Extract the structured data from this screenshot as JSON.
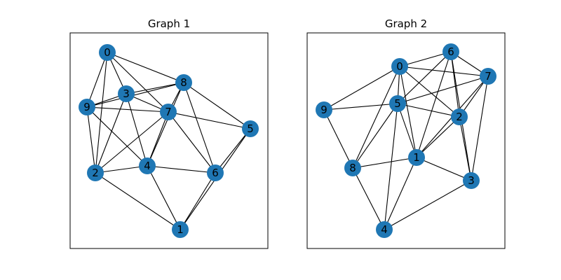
{
  "node_color": "#1f77b4",
  "graphs": [
    {
      "title": "Graph 1",
      "nodes": [
        "0",
        "1",
        "2",
        "3",
        "4",
        "5",
        "6",
        "7",
        "8",
        "9"
      ],
      "edges": [
        [
          "0",
          "9"
        ],
        [
          "0",
          "2"
        ],
        [
          "0",
          "3"
        ],
        [
          "0",
          "7"
        ],
        [
          "0",
          "8"
        ],
        [
          "9",
          "3"
        ],
        [
          "9",
          "8"
        ],
        [
          "9",
          "7"
        ],
        [
          "9",
          "2"
        ],
        [
          "9",
          "4"
        ],
        [
          "3",
          "8"
        ],
        [
          "3",
          "7"
        ],
        [
          "3",
          "4"
        ],
        [
          "3",
          "2"
        ],
        [
          "8",
          "7"
        ],
        [
          "8",
          "4"
        ],
        [
          "8",
          "5"
        ],
        [
          "8",
          "6"
        ],
        [
          "7",
          "2"
        ],
        [
          "7",
          "4"
        ],
        [
          "7",
          "6"
        ],
        [
          "7",
          "5"
        ],
        [
          "5",
          "6"
        ],
        [
          "5",
          "1"
        ],
        [
          "2",
          "4"
        ],
        [
          "2",
          "1"
        ],
        [
          "4",
          "6"
        ],
        [
          "4",
          "1"
        ],
        [
          "6",
          "1"
        ]
      ]
    },
    {
      "title": "Graph 2",
      "nodes": [
        "0",
        "1",
        "2",
        "3",
        "4",
        "5",
        "6",
        "7",
        "8",
        "9"
      ],
      "edges": [
        [
          "0",
          "9"
        ],
        [
          "0",
          "6"
        ],
        [
          "0",
          "7"
        ],
        [
          "0",
          "5"
        ],
        [
          "0",
          "2"
        ],
        [
          "0",
          "1"
        ],
        [
          "0",
          "8"
        ],
        [
          "6",
          "5"
        ],
        [
          "6",
          "7"
        ],
        [
          "6",
          "2"
        ],
        [
          "6",
          "1"
        ],
        [
          "6",
          "3"
        ],
        [
          "7",
          "5"
        ],
        [
          "7",
          "2"
        ],
        [
          "7",
          "1"
        ],
        [
          "7",
          "3"
        ],
        [
          "9",
          "5"
        ],
        [
          "9",
          "8"
        ],
        [
          "5",
          "2"
        ],
        [
          "5",
          "1"
        ],
        [
          "5",
          "8"
        ],
        [
          "5",
          "4"
        ],
        [
          "2",
          "1"
        ],
        [
          "2",
          "3"
        ],
        [
          "8",
          "1"
        ],
        [
          "8",
          "4"
        ],
        [
          "1",
          "3"
        ],
        [
          "1",
          "4"
        ],
        [
          "3",
          "4"
        ]
      ]
    }
  ]
}
